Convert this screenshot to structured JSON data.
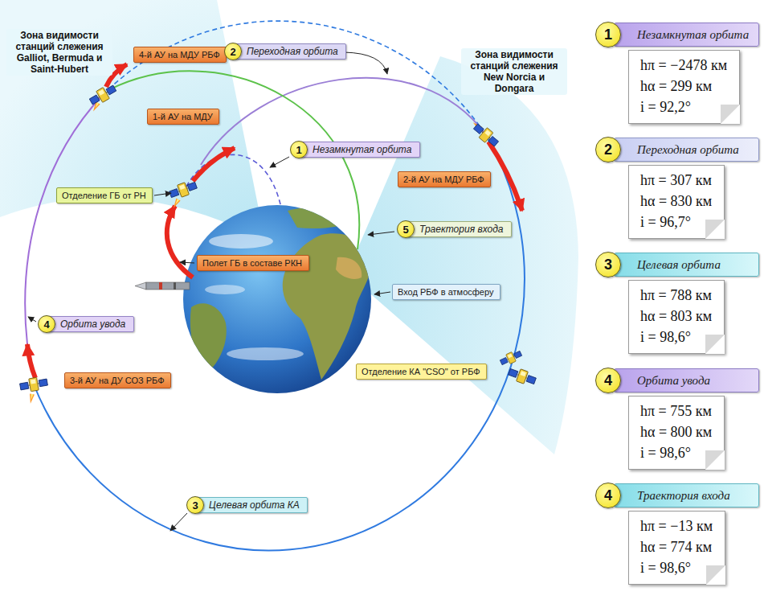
{
  "diagram": {
    "nodes": [
      {
        "text": [
          "4-й АУ на МДУ РБФ"
        ]
      },
      {
        "text": [
          "2"
        ]
      },
      {
        "text": [
          "Переходная орбита"
        ]
      },
      {
        "text": [
          "1-й АУ на МДУ"
        ]
      },
      {
        "text": [
          "1"
        ]
      },
      {
        "text": [
          "Незамкнутая орбита"
        ]
      },
      {
        "text": [
          "2-й АУ на МДУ РБФ"
        ]
      },
      {
        "text": [
          "Отделение ГБ от РН"
        ]
      },
      {
        "text": [
          "5"
        ]
      },
      {
        "text": [
          "Траектория входа"
        ]
      },
      {
        "text": [
          "Полет ГБ в составе РКН"
        ]
      },
      {
        "text": [
          "Вход РБФ в атмосферу"
        ]
      },
      {
        "text": [
          "4"
        ]
      },
      {
        "text": [
          "Орбита увода"
        ]
      },
      {
        "text": [
          "3-й АУ на ДУ СОЗ РБФ"
        ]
      },
      {
        "text": [
          "Отделение КА \"CSO\" от РБФ"
        ]
      },
      {
        "text": [
          "3"
        ]
      },
      {
        "text": [
          "Целевая орбита КА"
        ]
      },
      {
        "text": [
          "1"
        ]
      },
      {
        "text": [
          "Незамкнутая орбита"
        ]
      },
      {
        "text": [
          "hπ = −2478 км",
          "hα = 299 км",
          "i = 92,2°"
        ]
      },
      {
        "text": [
          "2"
        ]
      },
      {
        "text": [
          "Переходная орбита"
        ]
      },
      {
        "text": [
          "hπ = 307 км",
          "hα = 830 км",
          "i = 96,7°"
        ]
      },
      {
        "text": [
          "3"
        ]
      },
      {
        "text": [
          "Целевая орбита"
        ]
      },
      {
        "text": [
          "hπ = 788 км",
          "hα = 803 км",
          "i = 98,6°"
        ]
      },
      {
        "text": [
          "4"
        ]
      },
      {
        "text": [
          "Орбита увода"
        ]
      },
      {
        "text": [
          "hπ = 755 км",
          "hα = 800 км",
          "i = 98,6°"
        ]
      },
      {
        "text": [
          "4"
        ]
      },
      {
        "text": [
          "Траектория входа"
        ]
      },
      {
        "text": [
          "hπ = −13 км",
          "hα = 774 км",
          "i = 98,6°"
        ]
      }
    ],
    "labels": [
      "Зона видимости станций слежения Galliot, Bermuda и Saint-Hubert",
      "Зона видимости станций слежения New Norcia и Dongara"
    ]
  }
}
